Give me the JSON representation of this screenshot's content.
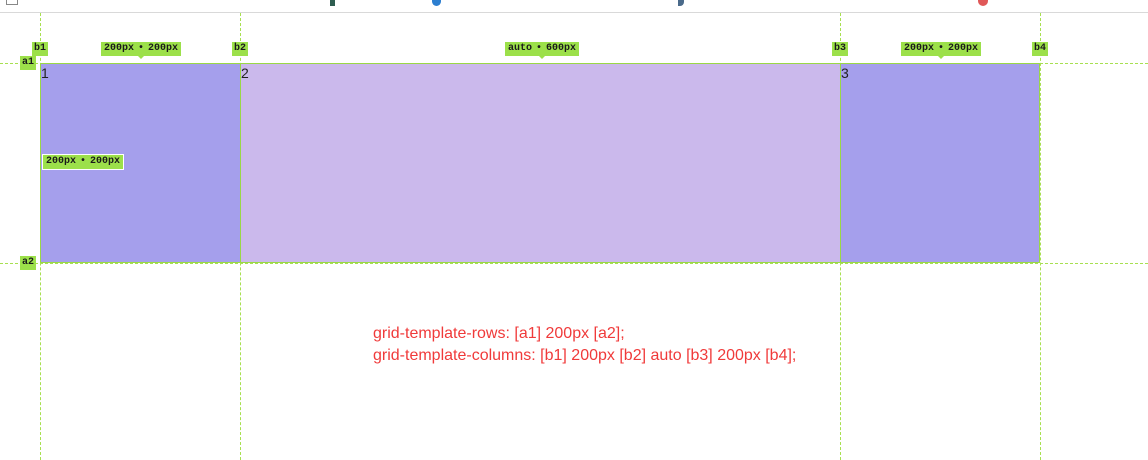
{
  "grid": {
    "cells": [
      {
        "number": "1"
      },
      {
        "number": "2"
      },
      {
        "number": "3"
      }
    ],
    "row_lines": [
      "a1",
      "a2"
    ],
    "column_lines": [
      "b1",
      "b2",
      "b3",
      "b4"
    ],
    "column_sizes": [
      {
        "size": "200px",
        "computed": "200px"
      },
      {
        "size": "auto",
        "computed": "600px"
      },
      {
        "size": "200px",
        "computed": "200px"
      }
    ],
    "row_sizes": [
      {
        "size": "200px",
        "computed": "200px"
      }
    ],
    "separator": "•"
  },
  "code": {
    "line1": "grid-template-rows: [a1] 200px [a2];",
    "line2": "grid-template-columns: [b1] 200px [b2] auto [b3] 200px [b4];"
  },
  "colors": {
    "side_cell": "#a59fec",
    "middle_cell": "#cbb9ec",
    "grid_overlay": "#9ce04a",
    "code_text": "#f03a3a"
  }
}
